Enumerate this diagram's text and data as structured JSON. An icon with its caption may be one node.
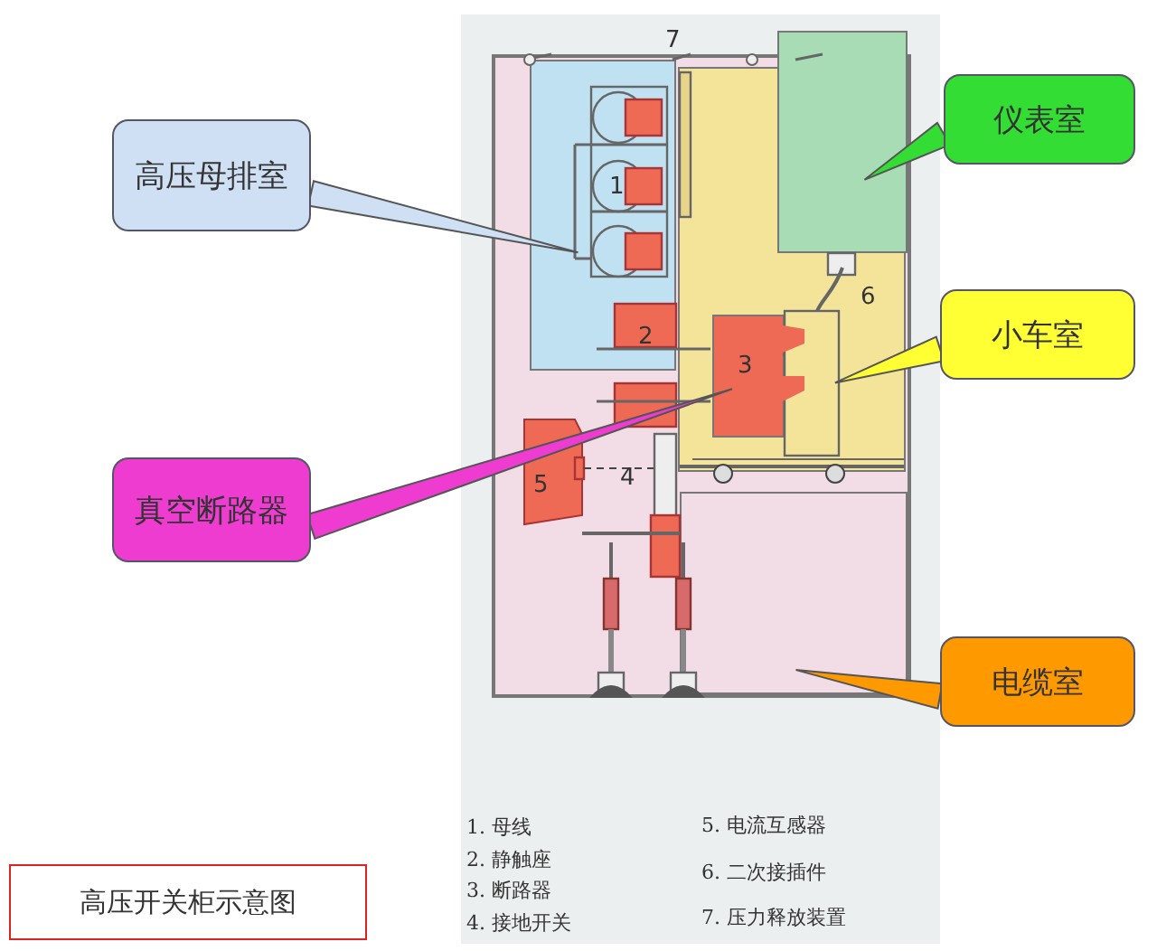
{
  "diagram": {
    "nodes": [
      {
        "text": [
          "高压母排室"
        ]
      },
      {
        "text": [
          "真空断路器"
        ]
      },
      {
        "text": [
          "仪表室"
        ]
      },
      {
        "text": [
          "小车室"
        ]
      },
      {
        "text": [
          "电缆室"
        ]
      },
      {
        "text": [],
        "shape": "box"
      },
      {
        "text": [],
        "shape": "box"
      },
      {
        "text": [],
        "shape": "box"
      },
      {
        "text": [],
        "shape": "box",
        "in": 7
      },
      {
        "text": [],
        "shape": "box"
      },
      {
        "text": [
          "高压开关柜示意图"
        ]
      }
    ],
    "edges": [
      {
        "from": 0,
        "to": 6,
        "arrow": "none",
        "color": "#cfe0f4"
      },
      {
        "from": 1,
        "to": 8,
        "arrow": "none",
        "color": "#ee3bd0"
      },
      {
        "from": 2,
        "to": 5,
        "arrow": "none",
        "color": "#33dd33"
      },
      {
        "from": 3,
        "to": 7,
        "arrow": "none",
        "color": "#ffff33"
      },
      {
        "from": 4,
        "to": 9,
        "arrow": "none",
        "color": "#ff9900"
      }
    ],
    "labels": [
      "7",
      "1",
      "2",
      "3",
      "6",
      "5",
      "4",
      "1. 母线",
      "5. 电流互感器",
      "2. 静触座",
      "6. 二次接插件",
      "3. 断路器",
      "7. 压力释放装置",
      "4. 接地开关"
    ]
  }
}
